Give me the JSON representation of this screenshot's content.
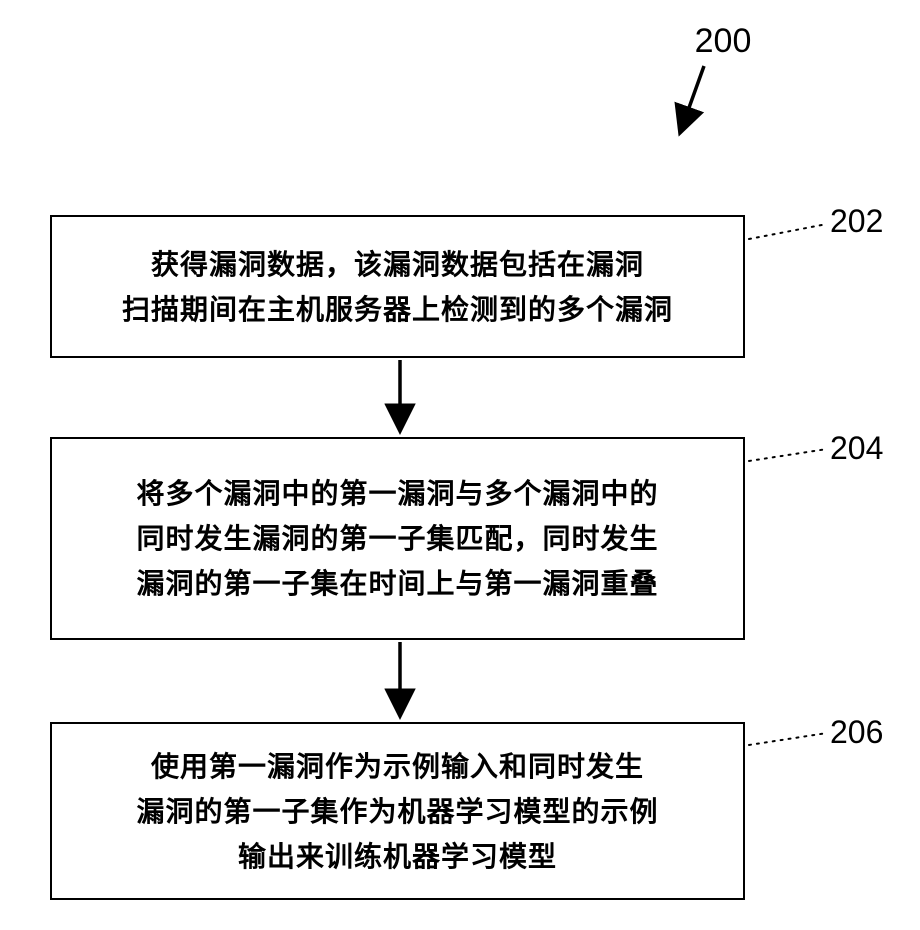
{
  "figure": {
    "ref": "200",
    "steps": [
      {
        "ref": "202",
        "text": "获得漏洞数据，该漏洞数据包括在漏洞\n扫描期间在主机服务器上检测到的多个漏洞"
      },
      {
        "ref": "204",
        "text": "将多个漏洞中的第一漏洞与多个漏洞中的\n同时发生漏洞的第一子集匹配，同时发生\n漏洞的第一子集在时间上与第一漏洞重叠"
      },
      {
        "ref": "206",
        "text": "使用第一漏洞作为示例输入和同时发生\n漏洞的第一子集作为机器学习模型的示例\n输出来训练机器学习模型"
      }
    ]
  }
}
